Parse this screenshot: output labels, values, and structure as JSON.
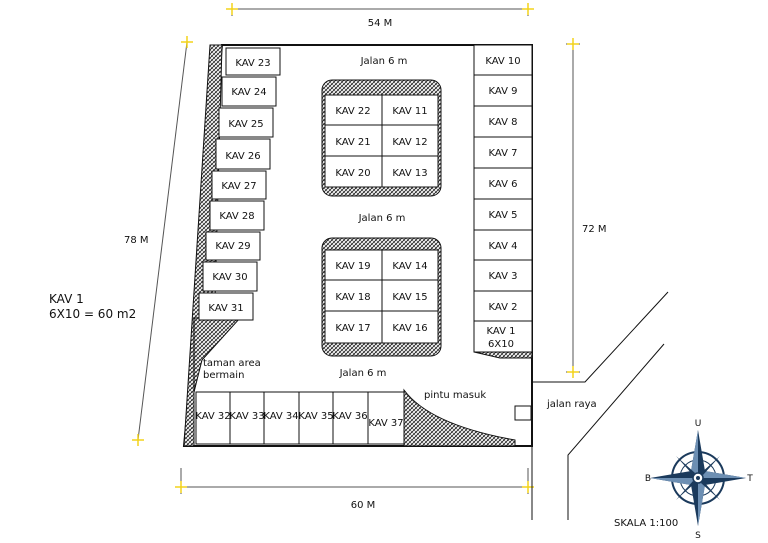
{
  "dimensions": {
    "top": "54 M",
    "right": "72 M",
    "left": "78 M",
    "bottom": "60 M"
  },
  "roads": {
    "north": "Jalan 6 m",
    "middle": "Jalan 6 m",
    "south": "Jalan 6 m",
    "main": "jalan raya"
  },
  "labels": {
    "park_line1": "taman area",
    "park_line2": "bermain",
    "entrance": "pintu masuk",
    "scale": "SKALA 1:100"
  },
  "legend": {
    "title": "KAV 1",
    "size": "6X10 = 60 m2"
  },
  "compass": {
    "north": "U",
    "south": "S",
    "east": "T",
    "west": "B"
  },
  "lots": {
    "k1": "KAV 1",
    "k1sub": "6X10",
    "k2": "KAV 2",
    "k3": "KAV 3",
    "k4": "KAV 4",
    "k5": "KAV 5",
    "k6": "KAV 6",
    "k7": "KAV 7",
    "k8": "KAV 8",
    "k9": "KAV 9",
    "k10": "KAV 10",
    "k11": "KAV 11",
    "k12": "KAV 12",
    "k13": "KAV 13",
    "k14": "KAV 14",
    "k15": "KAV 15",
    "k16": "KAV 16",
    "k17": "KAV 17",
    "k18": "KAV 18",
    "k19": "KAV 19",
    "k20": "KAV 20",
    "k21": "KAV 21",
    "k22": "KAV 22",
    "k23": "KAV 23",
    "k24": "KAV 24",
    "k25": "KAV 25",
    "k26": "KAV 26",
    "k27": "KAV 27",
    "k28": "KAV 28",
    "k29": "KAV 29",
    "k30": "KAV 30",
    "k31": "KAV 31",
    "k32": "KAV 32",
    "k33": "KAV 33",
    "k34": "KAV 34",
    "k35": "KAV 35",
    "k36": "KAV 36",
    "k37": "KAV 37"
  }
}
